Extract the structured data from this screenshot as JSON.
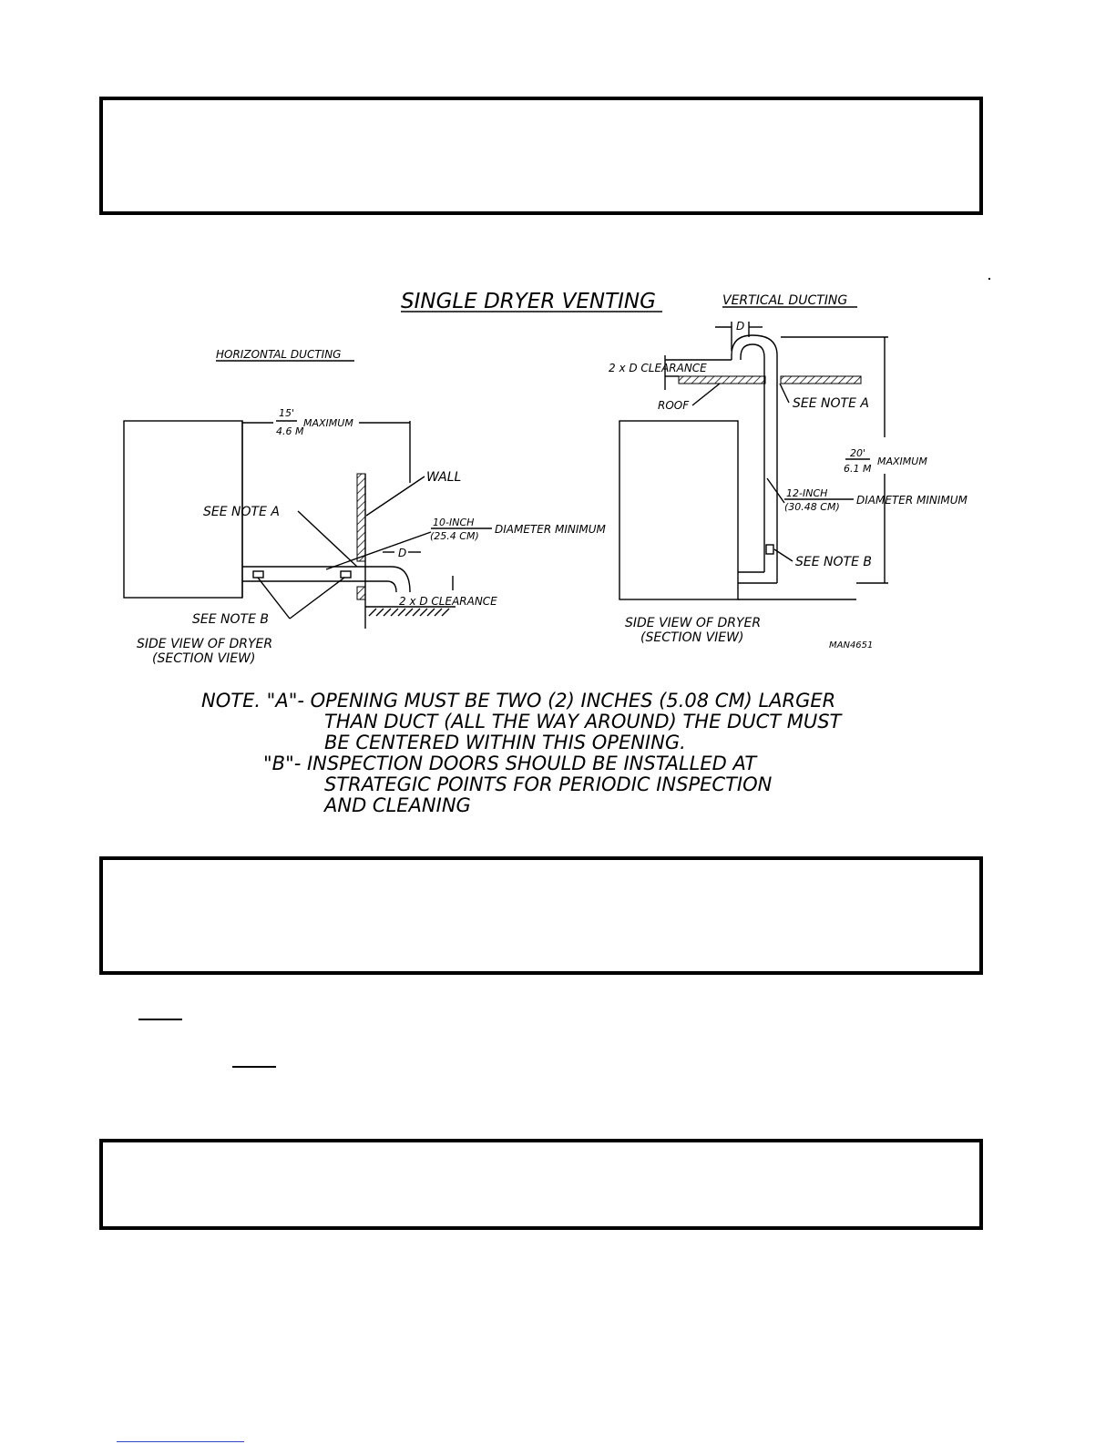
{
  "diagram": {
    "title": "SINGLE DRYER VENTING",
    "vertical_heading": "VERTICAL DUCTING",
    "horizontal_heading": "HORIZONTAL DUCTING",
    "horizontal": {
      "max_len_top": "15'",
      "max_len_bottom": "4.6 M",
      "max_label": "MAXIMUM",
      "wall": "WALL",
      "see_note_a": "SEE NOTE A",
      "see_note_b": "SEE NOTE B",
      "dia_top": "10-INCH",
      "dia_bottom": "(25.4 CM)",
      "dia_label": "DIAMETER MINIMUM",
      "d": "D",
      "clearance": "2 x D CLEARANCE",
      "side_view": "SIDE VIEW OF DRYER",
      "section_view": "(SECTION VIEW)"
    },
    "vertical": {
      "d": "D",
      "clearance": "2 x D CLEARANCE",
      "roof": "ROOF",
      "see_note_a": "SEE NOTE A",
      "max_top": "20'",
      "max_bottom": "6.1 M",
      "max_label": "MAXIMUM",
      "dia_top": "12-INCH",
      "dia_bottom": "(30.48 CM)",
      "dia_label": "DIAMETER MINIMUM",
      "see_note_b": "SEE NOTE B",
      "side_view": "SIDE VIEW OF DRYER",
      "section_view": "(SECTION VIEW)",
      "drawing_no": "MAN4651"
    },
    "notes": {
      "line1": "NOTE.  \"A\"-  OPENING MUST BE TWO (2) INCHES (5.08 CM) LARGER",
      "line2": "THAN DUCT (ALL THE WAY AROUND)  THE DUCT MUST",
      "line3": "BE CENTERED WITHIN THIS OPENING.",
      "line4": "\"B\"-  INSPECTION DOORS SHOULD BE INSTALLED AT",
      "line5": "STRATEGIC POINTS FOR PERIODIC INSPECTION",
      "line6": "AND CLEANING"
    }
  }
}
